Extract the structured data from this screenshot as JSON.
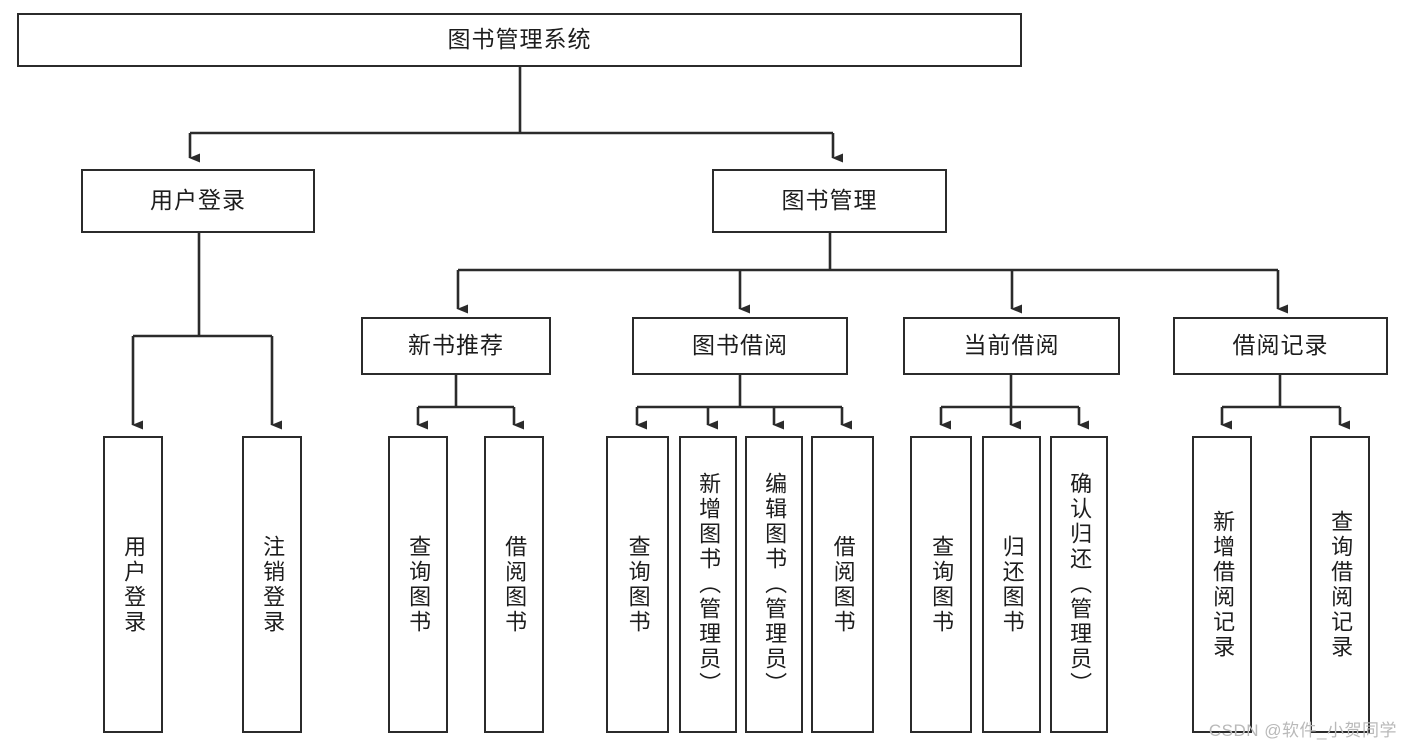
{
  "diagram": {
    "type": "tree",
    "title": "图书管理系统",
    "watermark": "CSDN @软件_小贺同学",
    "colors": {
      "box_border": "#2b2b2b",
      "box_fill": "#ffffff",
      "connector": "#2b2b2b",
      "text": "#1d1d1d",
      "watermark": "#b9b9b9"
    },
    "levels": {
      "root": {
        "label": "图书管理系统"
      },
      "level2": [
        {
          "label": "用户登录"
        },
        {
          "label": "图书管理"
        }
      ],
      "level3": [
        {
          "label": "新书推荐"
        },
        {
          "label": "图书借阅"
        },
        {
          "label": "当前借阅"
        },
        {
          "label": "借阅记录"
        }
      ],
      "leaves": [
        {
          "label": "用户登录",
          "parent": "用户登录"
        },
        {
          "label": "注销登录",
          "parent": "用户登录"
        },
        {
          "label": "查询图书",
          "parent": "新书推荐"
        },
        {
          "label": "借阅图书",
          "parent": "新书推荐"
        },
        {
          "label": "查询图书",
          "parent": "图书借阅"
        },
        {
          "label": "新增图书（管理员）",
          "parent": "图书借阅"
        },
        {
          "label": "编辑图书（管理员）",
          "parent": "图书借阅"
        },
        {
          "label": "借阅图书",
          "parent": "图书借阅"
        },
        {
          "label": "查询图书",
          "parent": "当前借阅"
        },
        {
          "label": "归还图书",
          "parent": "当前借阅"
        },
        {
          "label": "确认归还（管理员）",
          "parent": "当前借阅"
        },
        {
          "label": "新增借阅记录",
          "parent": "借阅记录"
        },
        {
          "label": "查询借阅记录",
          "parent": "借阅记录"
        }
      ]
    }
  }
}
